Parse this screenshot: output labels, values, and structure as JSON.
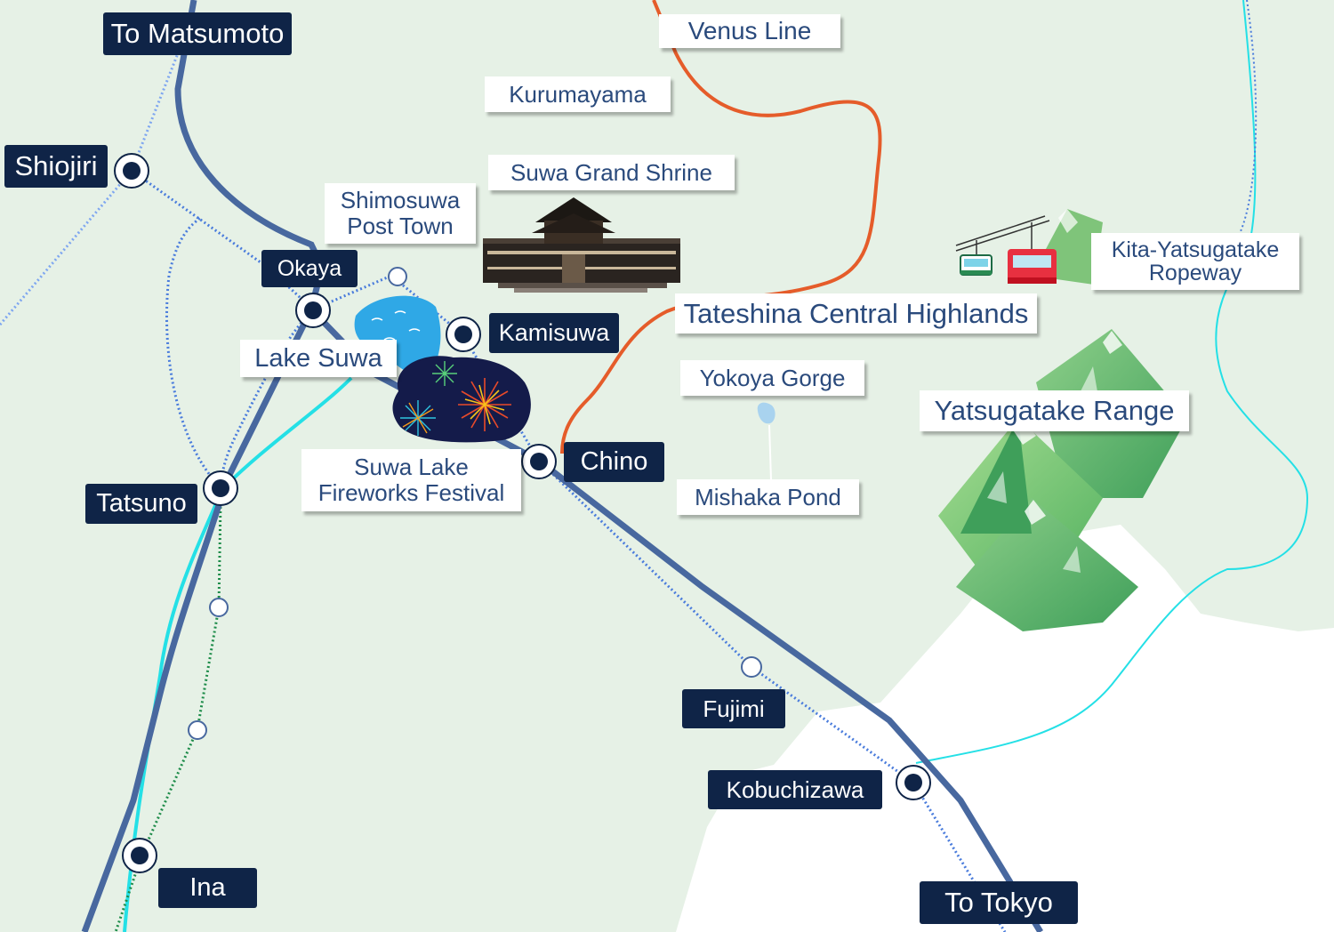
{
  "map": {
    "colors": {
      "land": "#e6f1e6",
      "white_area": "#ffffff",
      "jr_main_line": "#48689f",
      "local_line": "#4a7cdc",
      "highway_cyan": "#24e0e6",
      "green_line": "#1e8c4a",
      "venus_line": "#e55c2a",
      "station_label_bg": "#0f2447",
      "place_label_text": "#2a4a7c"
    },
    "directions": {
      "to_matsumoto": "To Matsumoto",
      "to_tokyo": "To Tokyo"
    },
    "stations": {
      "shiojiri": "Shiojiri",
      "okaya": "Okaya",
      "kamisuwa": "Kamisuwa",
      "chino": "Chino",
      "tatsuno": "Tatsuno",
      "ina": "Ina",
      "fujimi": "Fujimi",
      "kobuchizawa": "Kobuchizawa"
    },
    "places": {
      "venus_line": "Venus Line",
      "kurumayama": "Kurumayama",
      "suwa_grand_shrine": "Suwa Grand Shrine",
      "shimosuwa_line1": "Shimosuwa",
      "shimosuwa_line2": "Post Town",
      "lake_suwa": "Lake Suwa",
      "fireworks_line1": "Suwa Lake",
      "fireworks_line2": "Fireworks Festival",
      "tateshina": "Tateshina Central Highlands",
      "yokoya_gorge": "Yokoya Gorge",
      "mishaka_pond": "Mishaka Pond",
      "kita_yatsugatake_line1": "Kita-Yatsugatake",
      "kita_yatsugatake_line2": "Ropeway",
      "yatsugatake_range": "Yatsugatake Range"
    },
    "icons": {
      "shrine": "shrine-icon",
      "fireworks": "fireworks-icon",
      "ropeway": "ropeway-gondola-icon",
      "mountains": "mountain-icon",
      "pond": "pond-icon",
      "lake": "lake-icon"
    }
  }
}
